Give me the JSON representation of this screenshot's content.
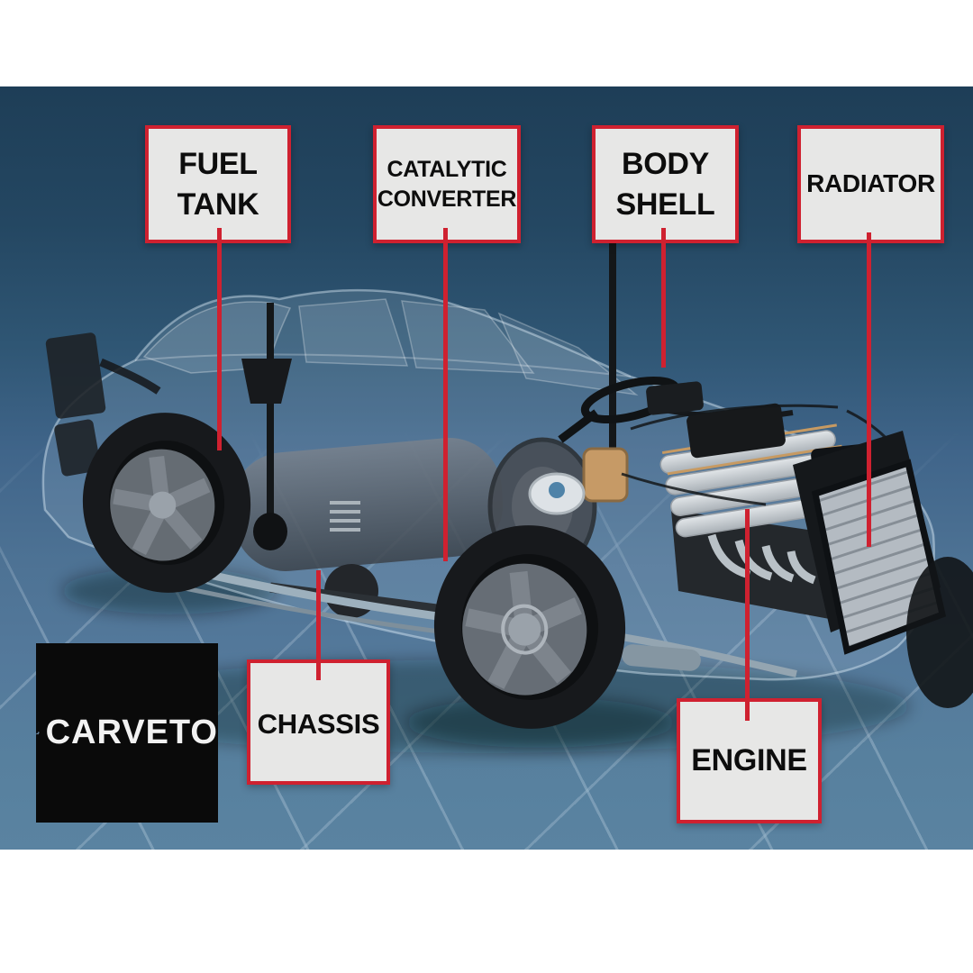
{
  "scene": {
    "description": "Cutaway x-ray illustration of a sedan showing internal parts on a blue studio backdrop",
    "background_top": "#1e3e57",
    "background_bottom": "#5a83a1"
  },
  "accent": {
    "red": "#cf2130",
    "box_bg": "#e7e7e6",
    "label_text": "#0d0d0d"
  },
  "labels": [
    {
      "id": "fuel-tank",
      "text": "FUEL TANK"
    },
    {
      "id": "catalytic-converter",
      "text": "CATALYTIC CONVERTER"
    },
    {
      "id": "body-shell",
      "text": "BODY SHELL"
    },
    {
      "id": "radiator",
      "text": "RADIATOR"
    },
    {
      "id": "chassis",
      "text": "CHASSIS"
    },
    {
      "id": "engine",
      "text": "ENGINE"
    }
  ],
  "logo": {
    "text": "CARVETO",
    "icon": "car-check-icon",
    "background": "#0a0a0a",
    "text_color": "#f2f2f2"
  }
}
